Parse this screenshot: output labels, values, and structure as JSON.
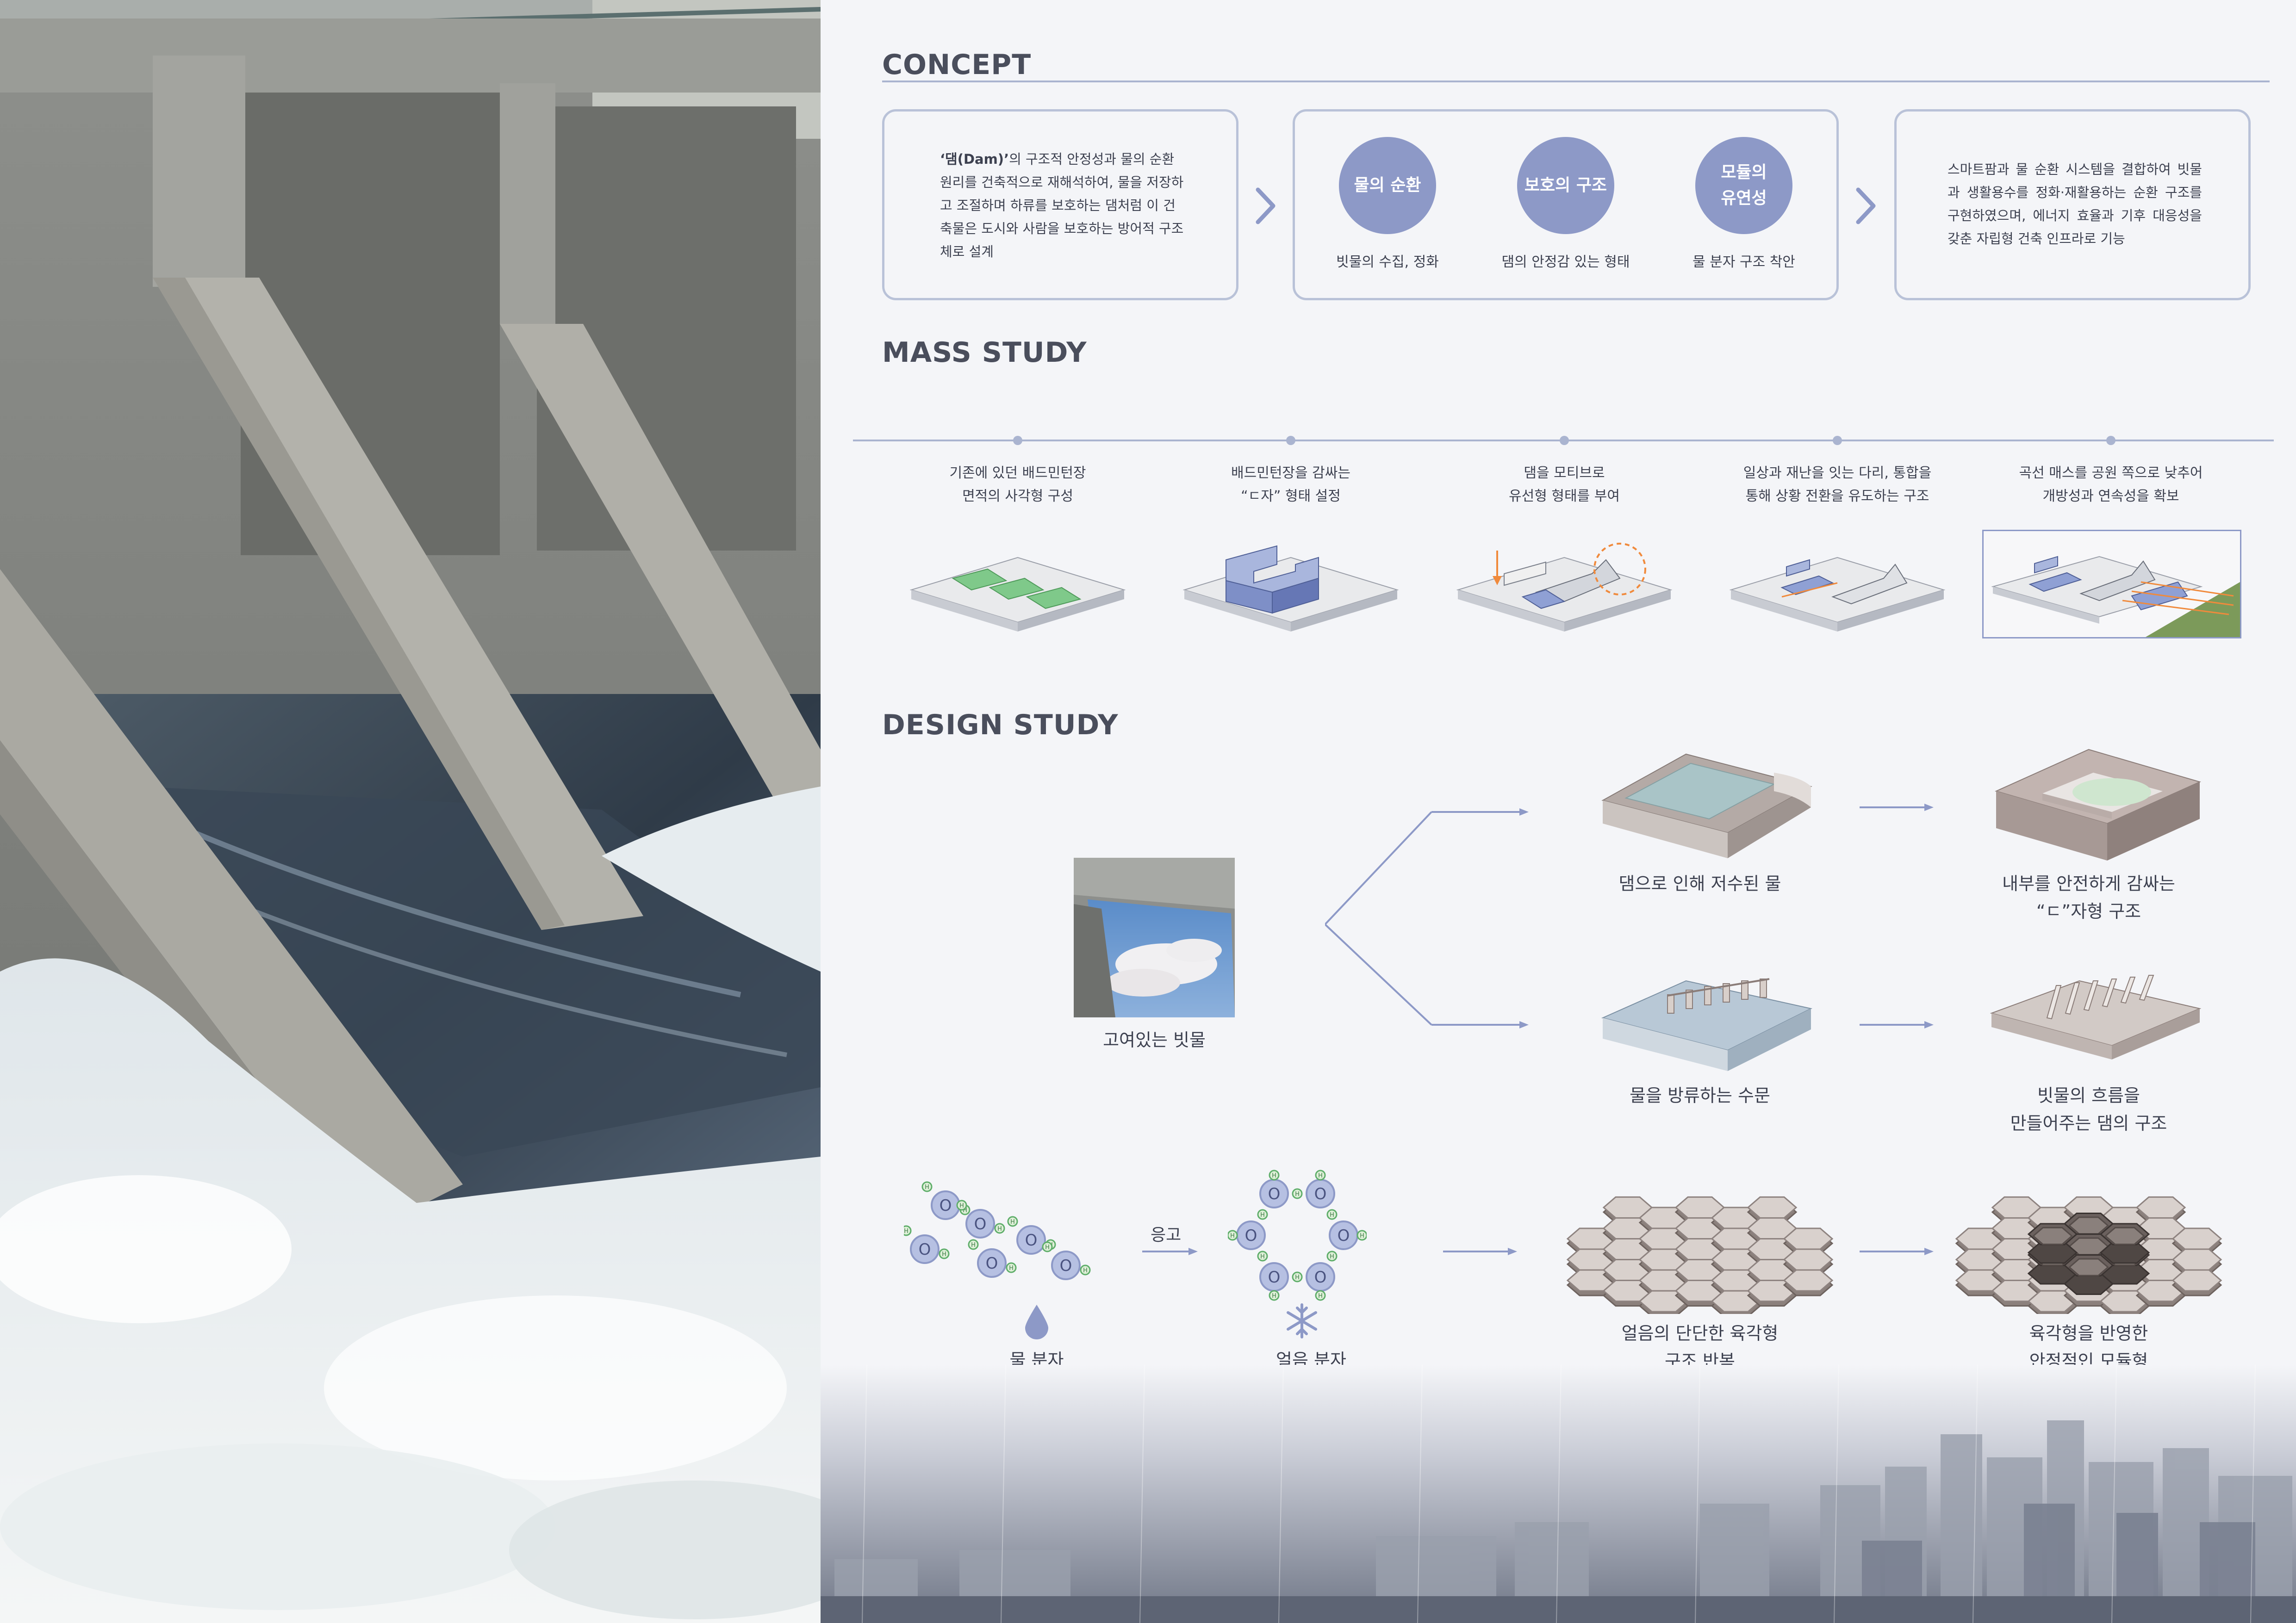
{
  "concept": {
    "title": "CONCEPT",
    "box1_bold": "‘댐(Dam)’",
    "box1_text": "의 구조적 안정성과 물의 순환 원리를 건축적으로 재해석하여, 물을 저장하고 조절하며 하류를 보호하는 댐처럼 이 건축물은 도시와 사람을 보호하는 방어적 구조체로 설계",
    "circles": [
      {
        "title": "물의 순환",
        "caption": "빗물의 수집, 정화"
      },
      {
        "title": "보호의 구조",
        "caption": "댐의 안정감 있는 형태"
      },
      {
        "title": "모듈의\n유연성",
        "caption": "물 분자 구조 착안"
      }
    ],
    "box3_text": "스마트팜과 물 순환 시스템을 결합하여 빗물과 생활용수를 정화·재활용하는 순환 구조를 구현하였으며, 에너지 효율과 기후 대응성을 갖춘 자립형 건축 인프라로 기능",
    "colors": {
      "accent": "#8d99c7",
      "border": "#b9c2d8",
      "line": "#aab4d0"
    }
  },
  "mass_study": {
    "title": "MASS STUDY",
    "steps": [
      "기존에 있던 배드민턴장\n면적의 사각형 구성",
      "배드민턴장을 감싸는\n“ㄷ자” 형태 설정",
      "댐을 모티브로\n유선형 형태를 부여",
      "일상과 재난을 잇는 다리, 통합을\n통해 상황 전환을 유도하는 구조",
      "곡선 매스를 공원 쪽으로 낮추어\n개방성과 연속성을 확보"
    ]
  },
  "design_study": {
    "title": "DESIGN STUDY",
    "rain_label": "고여있는 빗물",
    "reservoir_label": "댐으로 인해 저수된 물",
    "u_shape_label": "내부를 안전하게  감싸는\n“ㄷ”자형 구조",
    "sluice_label": "물을 방류하는 수문",
    "flow_label": "빗물의 흐름을\n만들어주는 댐의 구조",
    "water_molecule_label": "물 분자",
    "freeze_label": "응고",
    "ice_molecule_label": "얼음 분자",
    "hex_label": "얼음의 단단한 육각형\n구조 반복",
    "module_label": "육각형을 반영한\n안정적인 모듈형",
    "atom_o": "O",
    "atom_h": "H"
  }
}
